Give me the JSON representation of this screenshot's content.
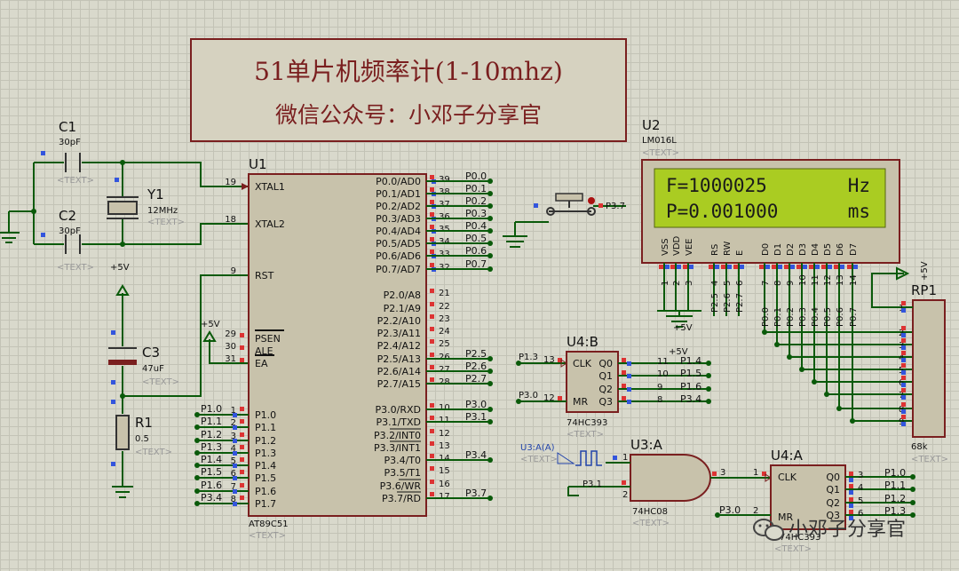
{
  "title": {
    "line1": "51单片机频率计(1-10mhz)",
    "line2": "微信公众号：小邓子分享官"
  },
  "lcd": {
    "ref": "U2",
    "part": "LM016L",
    "text_tag": "<TEXT>",
    "line1_left": "F=1000025",
    "line1_right": "Hz",
    "line2_left": "P=0.001000",
    "line2_right": "ms",
    "pins": [
      "VSS",
      "VDD",
      "VEE",
      "RS",
      "RW",
      "E",
      "D0",
      "D1",
      "D2",
      "D3",
      "D4",
      "D5",
      "D6",
      "D7"
    ],
    "pin_numbers": [
      "1",
      "2",
      "3",
      "4",
      "5",
      "6",
      "7",
      "8",
      "9",
      "10",
      "11",
      "12",
      "13",
      "14"
    ],
    "ctrl_nets": [
      "P2.5",
      "P2.6",
      "P2.7"
    ],
    "data_nets": [
      "P0.0",
      "P0.1",
      "P0.2",
      "P0.3",
      "P0.4",
      "P0.5",
      "P0.6",
      "P0.7"
    ]
  },
  "mcu": {
    "ref": "U1",
    "part": "AT89C51",
    "text_tag": "<TEXT>",
    "left_pins": [
      {
        "num": "19",
        "name": "XTAL1"
      },
      {
        "num": "18",
        "name": "XTAL2"
      },
      {
        "num": "9",
        "name": "RST"
      },
      {
        "num": "29",
        "name": "PSEN"
      },
      {
        "num": "30",
        "name": "ALE"
      },
      {
        "num": "31",
        "name": "EA"
      },
      {
        "num": "1",
        "name": "P1.0"
      },
      {
        "num": "2",
        "name": "P1.1"
      },
      {
        "num": "3",
        "name": "P1.2"
      },
      {
        "num": "4",
        "name": "P1.3"
      },
      {
        "num": "5",
        "name": "P1.4"
      },
      {
        "num": "6",
        "name": "P1.5"
      },
      {
        "num": "7",
        "name": "P1.6"
      },
      {
        "num": "8",
        "name": "P1.7"
      }
    ],
    "left_nets": [
      "P1.0",
      "P1.1",
      "P1.2",
      "P1.3",
      "P1.4",
      "P1.5",
      "P1.6",
      "P3.4"
    ],
    "right_pins": [
      {
        "num": "39",
        "name": "P0.0/AD0",
        "net": "P0.0"
      },
      {
        "num": "38",
        "name": "P0.1/AD1",
        "net": "P0.1"
      },
      {
        "num": "37",
        "name": "P0.2/AD2",
        "net": "P0.2"
      },
      {
        "num": "36",
        "name": "P0.3/AD3",
        "net": "P0.3"
      },
      {
        "num": "35",
        "name": "P0.4/AD4",
        "net": "P0.4"
      },
      {
        "num": "34",
        "name": "P0.5/AD5",
        "net": "P0.5"
      },
      {
        "num": "33",
        "name": "P0.6/AD6",
        "net": "P0.6"
      },
      {
        "num": "32",
        "name": "P0.7/AD7",
        "net": "P0.7"
      },
      {
        "num": "21",
        "name": "P2.0/A8",
        "net": ""
      },
      {
        "num": "22",
        "name": "P2.1/A9",
        "net": ""
      },
      {
        "num": "23",
        "name": "P2.2/A10",
        "net": ""
      },
      {
        "num": "24",
        "name": "P2.3/A11",
        "net": ""
      },
      {
        "num": "25",
        "name": "P2.4/A12",
        "net": ""
      },
      {
        "num": "26",
        "name": "P2.5/A13",
        "net": "P2.5"
      },
      {
        "num": "27",
        "name": "P2.6/A14",
        "net": "P2.6"
      },
      {
        "num": "28",
        "name": "P2.7/A15",
        "net": "P2.7"
      },
      {
        "num": "10",
        "name": "P3.0/RXD",
        "net": "P3.0"
      },
      {
        "num": "11",
        "name": "P3.1/TXD",
        "net": "P3.1"
      },
      {
        "num": "12",
        "name": "P3.2/INT0",
        "net": ""
      },
      {
        "num": "13",
        "name": "P3.3/INT1",
        "net": ""
      },
      {
        "num": "14",
        "name": "P3.4/T0",
        "net": "P3.4"
      },
      {
        "num": "15",
        "name": "P3.5/T1",
        "net": ""
      },
      {
        "num": "16",
        "name": "P3.6/WR",
        "net": ""
      },
      {
        "num": "17",
        "name": "P3.7/RD",
        "net": "P3.7"
      }
    ]
  },
  "c1": {
    "ref": "C1",
    "value": "30pF",
    "text_tag": "<TEXT>"
  },
  "c2": {
    "ref": "C2",
    "value": "30pF",
    "text_tag": "<TEXT>"
  },
  "y1": {
    "ref": "Y1",
    "value": "12MHz",
    "text_tag": "<TEXT>"
  },
  "c3": {
    "ref": "C3",
    "value": "47uF",
    "text_tag": "<TEXT>"
  },
  "r1": {
    "ref": "R1",
    "value": "0.5",
    "text_tag": "<TEXT>"
  },
  "vcc_labels": {
    "rst": "+5V",
    "ea": "+5V",
    "lcd": "+5V",
    "rp1": "+5V"
  },
  "button": {
    "net": "P3.7"
  },
  "rp1": {
    "ref": "RP1",
    "value": "68k",
    "text_tag": "<TEXT>",
    "pin_numbers": [
      "1",
      "2",
      "3",
      "4",
      "5",
      "6",
      "7",
      "8",
      "9"
    ]
  },
  "u4b": {
    "ref": "U4:B",
    "part": "74HC393",
    "text_tag": "<TEXT>",
    "in_pins": [
      {
        "num": "13",
        "name": "CLK",
        "net": "P1.3"
      },
      {
        "num": "12",
        "name": "MR",
        "net": "P3.0"
      }
    ],
    "out_pins": [
      {
        "num": "11",
        "name": "Q0",
        "net": "P1.4"
      },
      {
        "num": "10",
        "name": "Q1",
        "net": "P1.5"
      },
      {
        "num": "9",
        "name": "Q2",
        "net": "P1.6"
      },
      {
        "num": "8",
        "name": "Q3",
        "net": "P3.4"
      }
    ]
  },
  "u3a": {
    "ref": "U3:A",
    "part": "74HC08",
    "text_tag": "<TEXT>",
    "pin1": "1",
    "pin2": "2",
    "pin3": "3",
    "in2_net": "P3.1",
    "source": "U3:A(A)",
    "source_tag": "<TEXT>"
  },
  "u4a": {
    "ref": "U4:A",
    "part": "74HC393",
    "text_tag": "<TEXT>",
    "in_pins": [
      {
        "num": "1",
        "name": "CLK"
      },
      {
        "num": "2",
        "name": "MR",
        "net": "P3.0"
      }
    ],
    "out_pins": [
      {
        "num": "3",
        "name": "Q0",
        "net": "P1.0"
      },
      {
        "num": "4",
        "name": "Q1",
        "net": "P1.1"
      },
      {
        "num": "5",
        "name": "Q2",
        "net": "P1.2"
      },
      {
        "num": "6",
        "name": "Q3",
        "net": "P1.3"
      }
    ]
  },
  "watermark": {
    "text": "小邓子分享官",
    "icon": "wechat-icon"
  },
  "colors": {
    "wire": "#0a5a0a",
    "outline": "#7a1f1f",
    "body": "#c8c2ab",
    "lcd_bg": "#aacc22",
    "lcd_text": "#1a1a1a",
    "title_text": "#7a1f1f",
    "pin_red": "#dd3333",
    "pin_blue": "#3355dd"
  }
}
